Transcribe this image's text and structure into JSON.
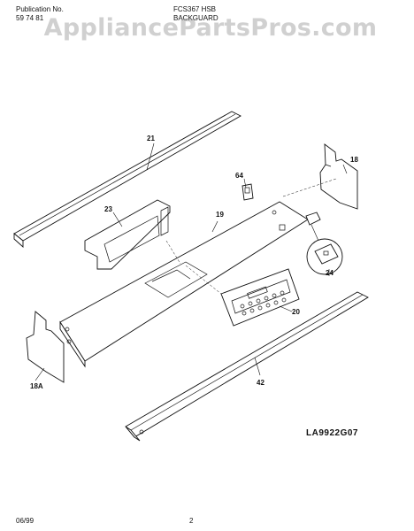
{
  "header": {
    "pub_label": "Publication No.",
    "pub_number": "59   74 81",
    "model": "FCS367 HSB",
    "section": "BACKGUARD"
  },
  "watermark": "AppliancePartsPros.com",
  "diagram_code": "LA9922G07",
  "footer": {
    "date": "06/99",
    "page": "2"
  },
  "callouts": {
    "p21": "21",
    "p18": "18",
    "p64": "64",
    "p23": "23",
    "p19": "19",
    "p24": "24",
    "p20": "20",
    "p18a": "18A",
    "p42": "42"
  }
}
